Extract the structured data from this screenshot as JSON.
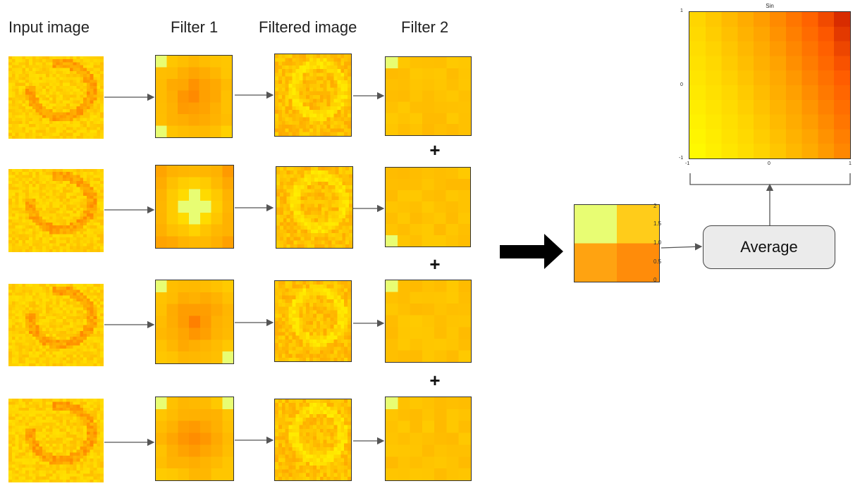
{
  "headers": {
    "input": "Input image",
    "filter1": "Filter 1",
    "filtered": "Filtered image",
    "filter2": "Filter 2"
  },
  "plus_sign": "+",
  "average_label": "Average",
  "heatmap": {
    "title": "Sin",
    "y_ticks": [
      "1",
      "0",
      "-1"
    ],
    "x_ticks": [
      "-1",
      "0",
      "1"
    ]
  },
  "small_map": {
    "axis_labels": [
      "2",
      "1.5",
      "1.0",
      "0.5",
      "0"
    ]
  },
  "colors": {
    "yellow": "#ffff00",
    "orange": "#ff9900",
    "red": "#b30000",
    "arrow": "#555555",
    "big_arrow": "#000000"
  }
}
